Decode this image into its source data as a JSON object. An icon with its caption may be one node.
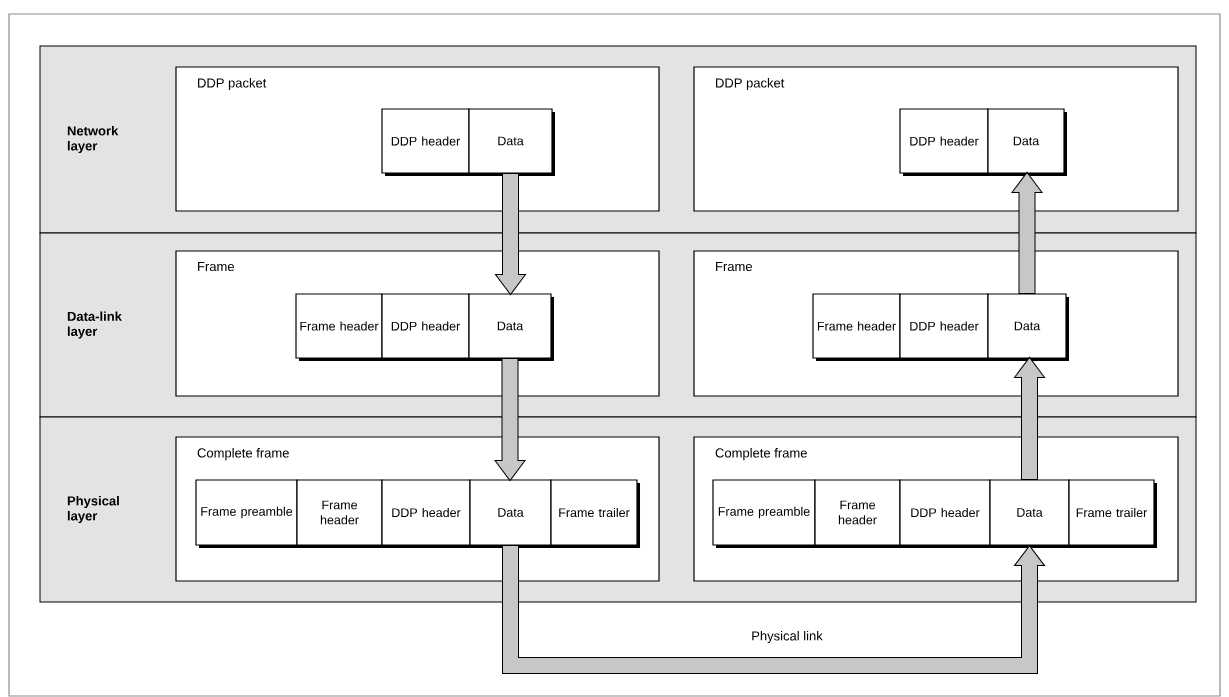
{
  "diagram": {
    "nodes": [
      {
        "text": [
          "Network layer"
        ]
      },
      {
        "text": [
          "Data-link layer"
        ]
      },
      {
        "text": [
          "Physical layer"
        ]
      },
      {
        "text": [
          "DDP packet"
        ],
        "in": 0
      },
      {
        "text": [
          "DDP header"
        ],
        "in": 3
      },
      {
        "text": [
          "Data"
        ],
        "in": 3
      },
      {
        "text": [
          "DDP packet"
        ],
        "in": 0
      },
      {
        "text": [
          "DDP header"
        ],
        "in": 6
      },
      {
        "text": [
          "Data"
        ],
        "in": 6
      },
      {
        "text": [
          "Frame"
        ],
        "in": 1
      },
      {
        "text": [
          "Frame header"
        ],
        "in": 9
      },
      {
        "text": [
          "DDP header"
        ],
        "in": 9
      },
      {
        "text": [
          "Data"
        ],
        "in": 9
      },
      {
        "text": [
          "Frame"
        ],
        "in": 1
      },
      {
        "text": [
          "Frame header"
        ],
        "in": 13
      },
      {
        "text": [
          "DDP header"
        ],
        "in": 13
      },
      {
        "text": [
          "Data"
        ],
        "in": 13
      },
      {
        "text": [
          "Complete frame"
        ],
        "in": 2
      },
      {
        "text": [
          "Frame preamble"
        ],
        "in": 17
      },
      {
        "text": [
          "Frame header"
        ],
        "in": 17
      },
      {
        "text": [
          "DDP header"
        ],
        "in": 17
      },
      {
        "text": [
          "Data"
        ],
        "in": 17
      },
      {
        "text": [
          "Frame trailer"
        ],
        "in": 17
      },
      {
        "text": [
          "Complete frame"
        ],
        "in": 2
      },
      {
        "text": [
          "Frame preamble"
        ],
        "in": 23
      },
      {
        "text": [
          "Frame header"
        ],
        "in": 23
      },
      {
        "text": [
          "DDP header"
        ],
        "in": 23
      },
      {
        "text": [
          "Data"
        ],
        "in": 23
      },
      {
        "text": [
          "Frame trailer"
        ],
        "in": 23
      }
    ],
    "edges": [
      {
        "from": 5,
        "to": 12,
        "arrow": "to"
      },
      {
        "from": 12,
        "to": 21,
        "arrow": "to"
      },
      {
        "from": 21,
        "to": 27,
        "arrow": "to",
        "label": "Physical link"
      },
      {
        "from": 27,
        "to": 16,
        "arrow": "to"
      },
      {
        "from": 16,
        "to": 8,
        "arrow": "to"
      }
    ]
  }
}
